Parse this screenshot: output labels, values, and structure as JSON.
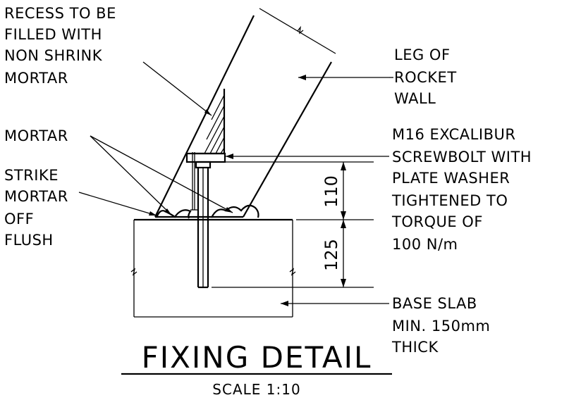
{
  "labels": {
    "recess": [
      "RECESS TO BE",
      "FILLED WITH",
      "NON SHRINK",
      "MORTAR"
    ],
    "mortar": "MORTAR",
    "strike": [
      "STRIKE",
      "MORTAR",
      "OFF",
      "FLUSH"
    ],
    "leg": [
      "LEG OF",
      "ROCKET",
      "WALL"
    ],
    "bolt": [
      "M16 EXCALIBUR",
      "SCREWBOLT WITH",
      "PLATE WASHER",
      "TIGHTENED TO",
      "TORQUE OF",
      "100 N/m"
    ],
    "slab": [
      "BASE SLAB",
      "MIN. 150mm",
      "THICK"
    ]
  },
  "dimensions": {
    "upper": "110",
    "lower": "125"
  },
  "title": "FIXING DETAIL",
  "scale": "SCALE 1:10"
}
